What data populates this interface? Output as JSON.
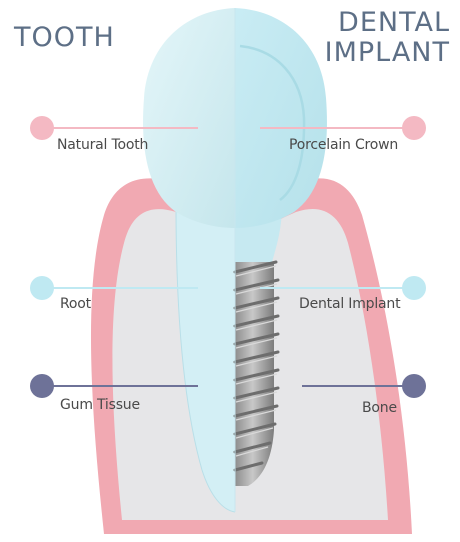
{
  "titles": {
    "left": "TOOTH",
    "right_line1": "DENTAL",
    "right_line2": "IMPLANT"
  },
  "labels": {
    "natural_tooth": "Natural Tooth",
    "porcelain_crown": "Porcelain Crown",
    "root": "Root",
    "dental_implant": "Dental Implant",
    "gum_tissue": "Gum Tissue",
    "bone": "Bone"
  },
  "colors": {
    "title": "#5d6f86",
    "gum": "#f1a9b2",
    "bone": "#e6e6e8",
    "crown": "#cfeef3",
    "root": "#d8f1f6",
    "implant": "#a7a7a7",
    "marker_pink": "#f4b9c3",
    "marker_cyan": "#bfe9f2",
    "marker_navy": "#6e7298"
  }
}
